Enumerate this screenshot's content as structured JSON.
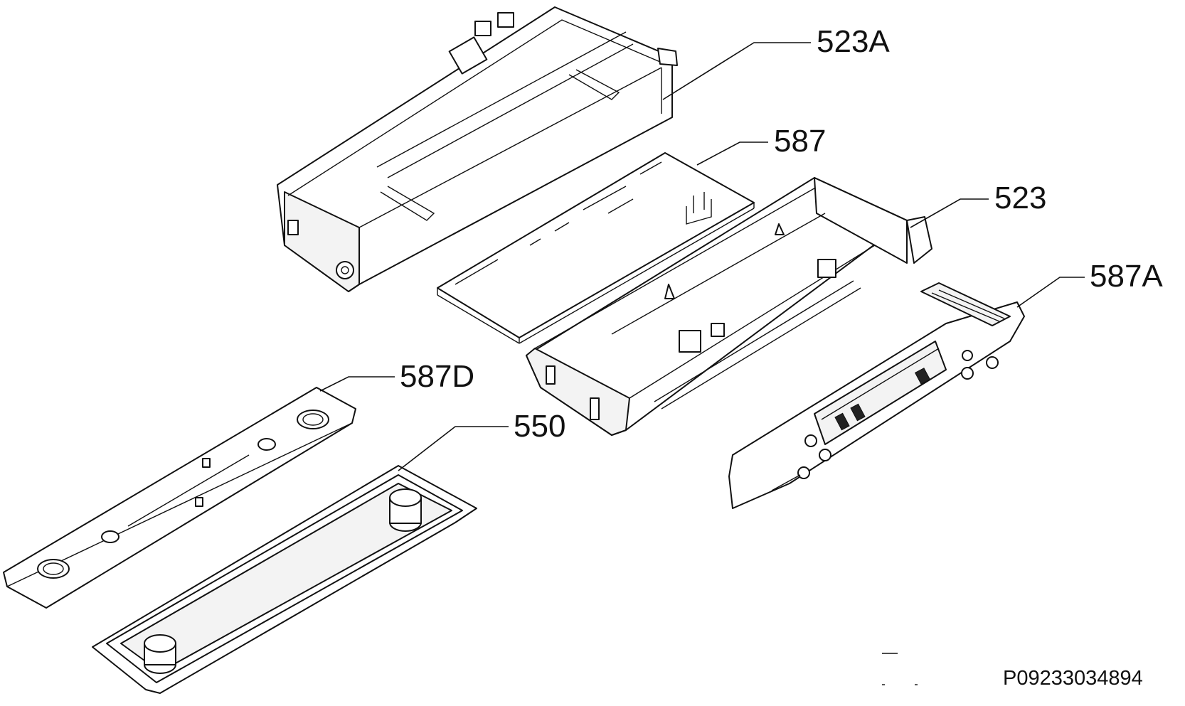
{
  "callouts": {
    "c523A": "523A",
    "c587": "587",
    "c523": "523",
    "c587A": "587A",
    "c587D": "587D",
    "c550": "550"
  },
  "footer": {
    "drawing_code": "P09233034894"
  }
}
